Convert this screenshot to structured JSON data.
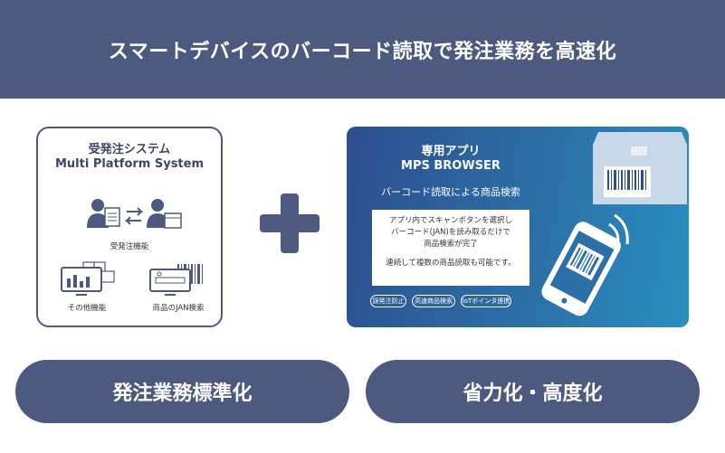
{
  "header": {
    "title": "スマートデバイスのバーコード読取で発注業務を高速化"
  },
  "left_card": {
    "title_jp": "受発注システム",
    "title_en": "Multi Platform System",
    "icons": {
      "order": "受発注機能",
      "other": "その他機能",
      "jan": "商品のJAN検索"
    }
  },
  "right_card": {
    "title_jp": "専用アプリ",
    "title_en": "MPS BROWSER",
    "subtitle": "バーコード読取による商品検索",
    "box_lines": [
      "アプリ内でスキャンボタンを選択し",
      "バーコード(JAN)を読み取るだけで",
      "商品検索が完了",
      "連続して複数の商品読取も可能です。"
    ],
    "tags": [
      "誤発注防止",
      "高速商品検索",
      "IoTポインタ連携"
    ]
  },
  "bottom": {
    "left_label": "発注業務標準化",
    "right_label": "省力化・高度化"
  },
  "colors": {
    "navy": "#4d5a80",
    "blue_start": "#2d4f8e",
    "blue_end": "#2a8fbf"
  }
}
